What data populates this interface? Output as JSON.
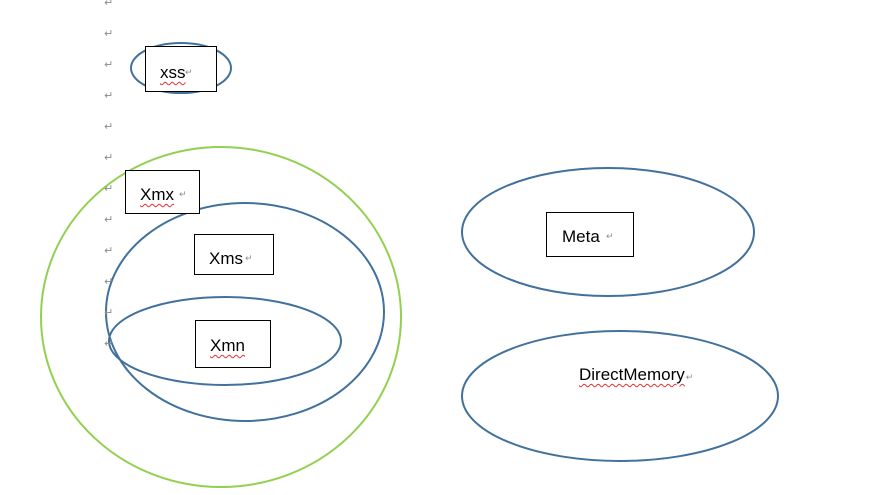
{
  "diagram": {
    "paragraph_mark": "↵",
    "labels": {
      "xss": "xss",
      "xmx": "Xmx",
      "xms": "Xms",
      "xmn": "Xmn",
      "meta": "Meta",
      "direct_memory": "DirectMemory"
    },
    "colors": {
      "ellipse_stroke": "#41719c",
      "outer_circle_stroke": "#92d050",
      "box_border": "#000000",
      "spellcheck_underline": "#e03030",
      "paragraph_mark": "#8c8c8c"
    }
  }
}
